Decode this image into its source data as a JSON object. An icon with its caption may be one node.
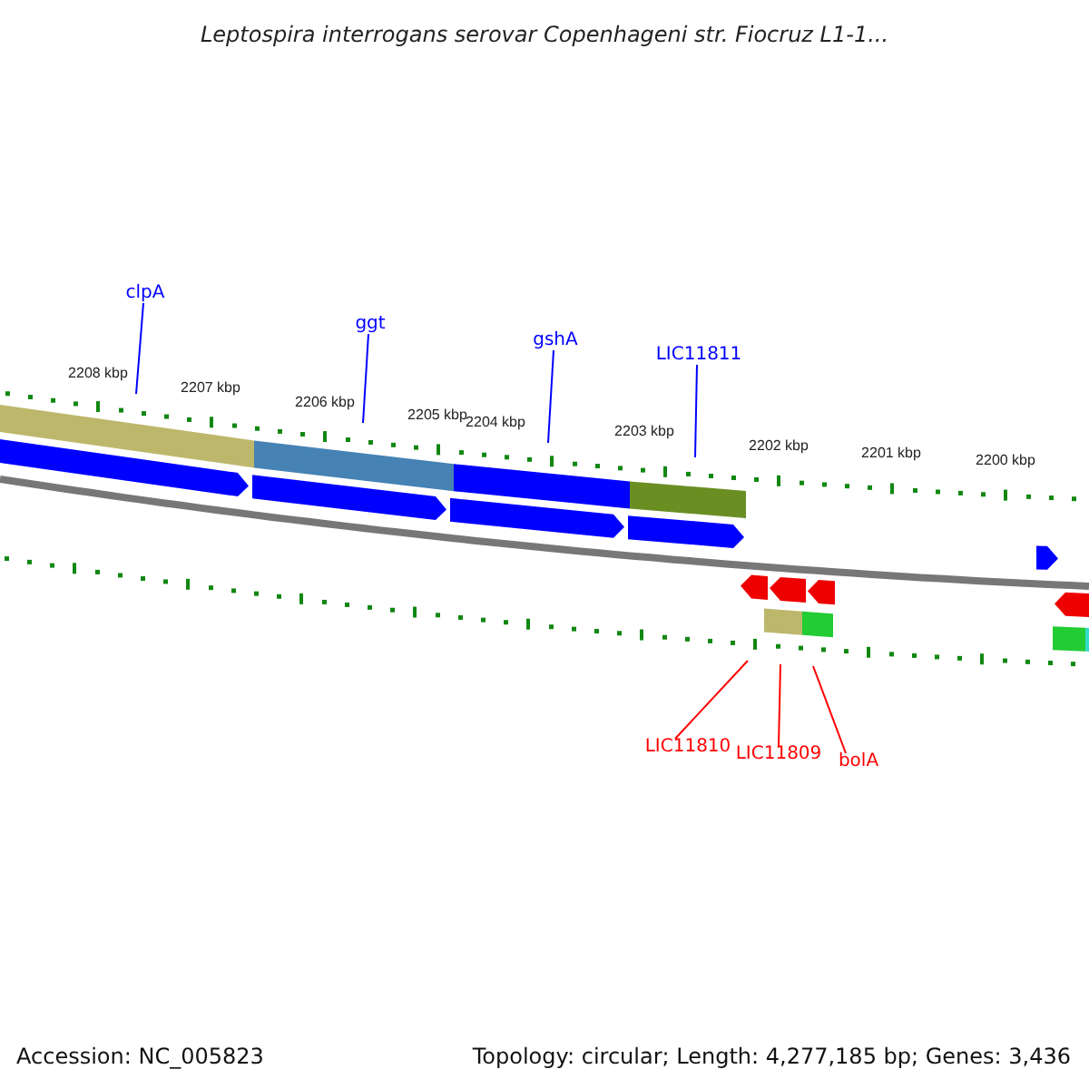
{
  "diagram": {
    "title": "Leptospira interrogans serovar Copenhageni str. Fiocruz L1-1...",
    "nodes": [
      {
        "text": [
          "clpA"
        ]
      },
      {
        "text": [
          "ggt"
        ]
      },
      {
        "text": [
          "gshA"
        ]
      },
      {
        "text": [
          "LIC11811"
        ]
      },
      {
        "text": [
          "LIC11810"
        ]
      },
      {
        "text": [
          "LIC11809"
        ]
      },
      {
        "text": [
          "bolA"
        ]
      }
    ],
    "edges": [
      {
        "from": 0,
        "to": null,
        "arrow": "none"
      },
      {
        "from": 1,
        "to": null,
        "arrow": "none"
      },
      {
        "from": 2,
        "to": null,
        "arrow": "none"
      },
      {
        "from": 3,
        "to": null,
        "arrow": "none"
      },
      {
        "from": 4,
        "to": null,
        "arrow": "none",
        "color": "#ff0000"
      },
      {
        "from": 5,
        "to": null,
        "arrow": "none",
        "color": "#ff0000"
      },
      {
        "from": 6,
        "to": null,
        "arrow": "none",
        "color": "#ff0000"
      }
    ],
    "labels": [
      "2208 kbp",
      "2207 kbp",
      "2206 kbp",
      "2205 kbp",
      "2204 kbp",
      "2203 kbp",
      "2202 kbp",
      "2201 kbp",
      "2200 kbp",
      "Accession: NC_005823",
      "Topology: circular; Length: 4,277,185 bp; Genes: 3,436"
    ]
  }
}
